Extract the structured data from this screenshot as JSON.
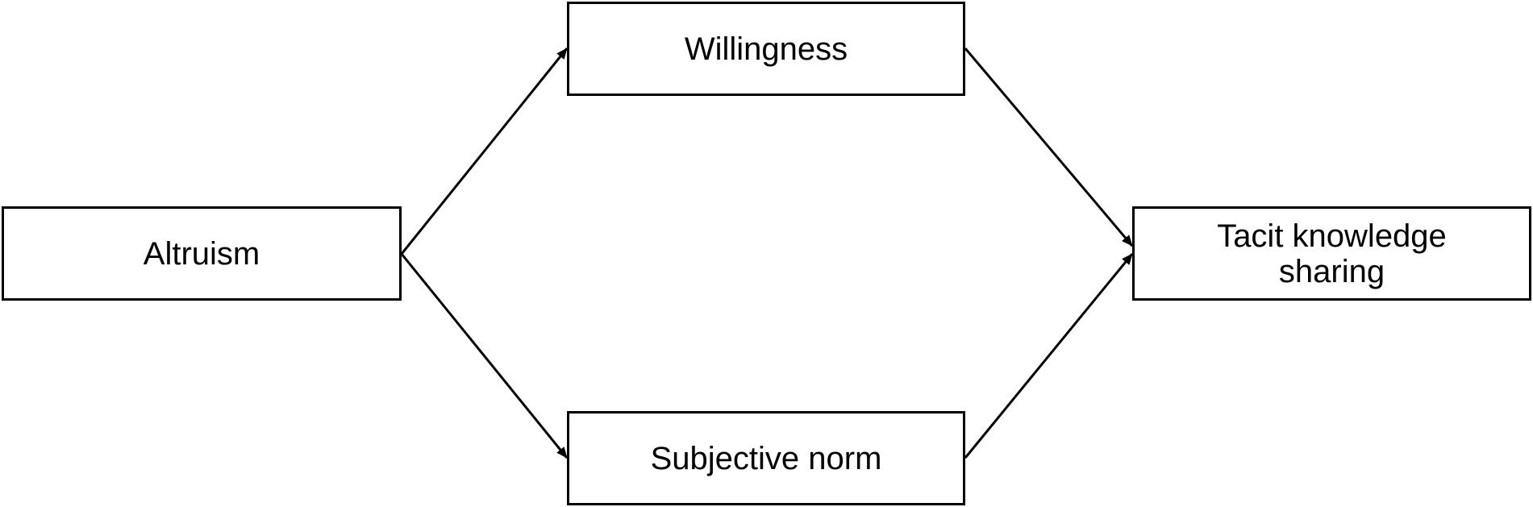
{
  "diagram": {
    "nodes": [
      {
        "id": "altruism",
        "label": "Altruism"
      },
      {
        "id": "willingness",
        "label": "Willingness"
      },
      {
        "id": "subjective_norm",
        "label": "Subjective norm"
      },
      {
        "id": "tacit_knowledge_sharing",
        "label": "Tacit knowledge sharing"
      }
    ],
    "edges": [
      {
        "from": "altruism",
        "to": "willingness"
      },
      {
        "from": "altruism",
        "to": "subjective_norm"
      },
      {
        "from": "willingness",
        "to": "tacit_knowledge_sharing"
      },
      {
        "from": "subjective_norm",
        "to": "tacit_knowledge_sharing"
      }
    ],
    "colors": {
      "stroke": "#000000",
      "background": "#ffffff"
    }
  }
}
